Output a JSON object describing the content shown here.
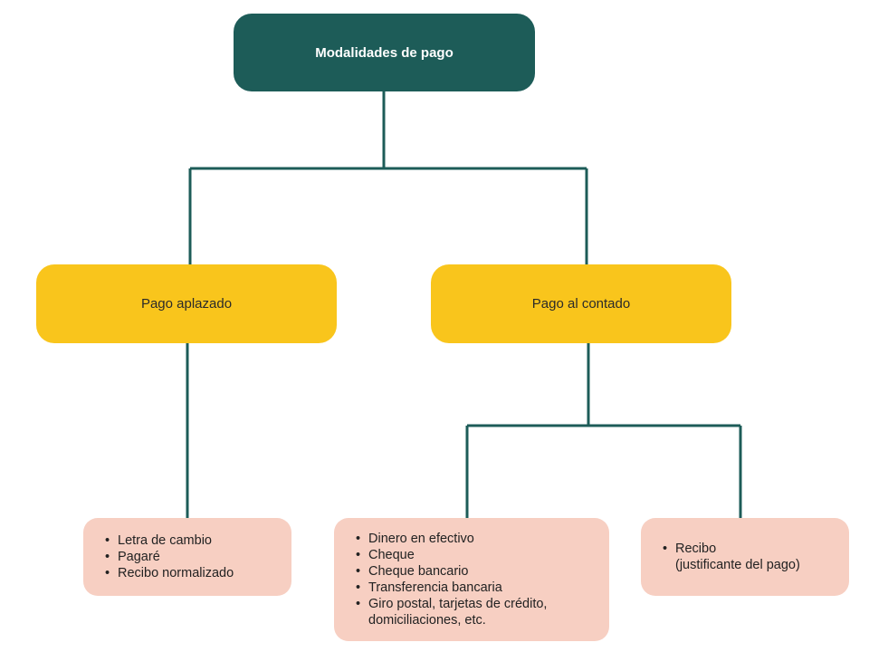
{
  "diagram": {
    "root": {
      "label": "Modalidades de pago"
    },
    "branches": [
      {
        "label": "Pago aplazado",
        "leaves": [
          {
            "items": [
              {
                "text": "Letra de cambio"
              },
              {
                "text": "Pagaré"
              },
              {
                "text": "Recibo normalizado"
              }
            ]
          }
        ]
      },
      {
        "label": "Pago al contado",
        "leaves": [
          {
            "items": [
              {
                "text": "Dinero en efectivo"
              },
              {
                "text": "Cheque"
              },
              {
                "text": "Cheque bancario"
              },
              {
                "text": "Transferencia bancaria"
              },
              {
                "text": "Giro postal, tarjetas de crédito,",
                "cont": "domiciliaciones, etc."
              }
            ]
          },
          {
            "items": [
              {
                "text": "Recibo",
                "cont": "(justificante del pago)"
              }
            ]
          }
        ]
      }
    ]
  },
  "colors": {
    "root": "#1d5c58",
    "branch": "#f9c51c",
    "leaf": "#f7cfc2",
    "connector": "#1d5c58"
  }
}
